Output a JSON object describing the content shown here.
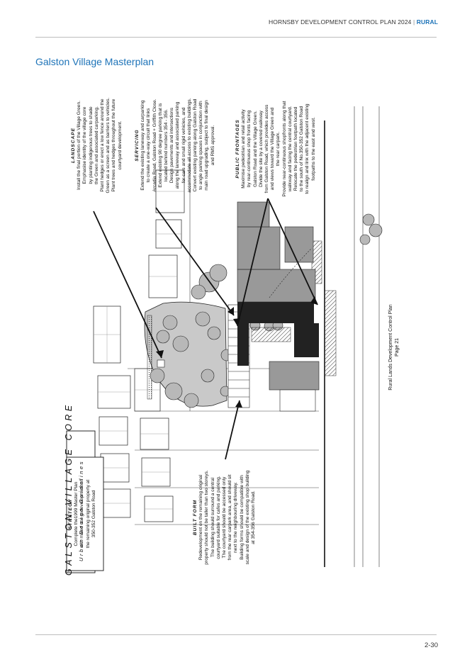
{
  "header": {
    "doc_title": "HORNSBY DEVELOPMENT CONTROL PLAN 2024",
    "separator": "|",
    "section": "RURAL"
  },
  "page": {
    "title": "Galston Village Masterplan",
    "number": "2-30"
  },
  "figure": {
    "core_title": "GALSTON VILLAGE CORE",
    "core_subtitle": "Urban Design Guidelines",
    "footer_line1": "Rural Lands Development Control Plan",
    "footer_line2": "Page 21",
    "strategy": {
      "heading": "STRATEGY",
      "lines": [
        "Complete the1999 Master Plan",
        "with mixed use redevelopment of",
        "the remaining original property at",
        "350-352 Galston Road"
      ]
    },
    "built_form": {
      "heading": "BUILT FORM",
      "lines": [
        "Redevelopment on the remaining original",
        "property should not be taller than two storeys.",
        "The building should surround a central",
        "courtyard suitable for cafes and parking.",
        "The courtyard should be accessed only",
        "from the rear carpark area, and should sit",
        "next to the neighbouring driveway.",
        "Building forms should be compatible with",
        "scale and design of the existing shop building",
        "at 354-356 Galston Road."
      ]
    },
    "landscape": {
      "heading": "LANDSCAPE",
      "lines": [
        "Install the final portion of the Village Green.",
        "Emphasise identity of the village core",
        "by planting indigenous trees to shade",
        "the Green and associated carparking.",
        "Plant hedges or erect a low fence around the",
        "Green as a screen and as barriers to vehicles.",
        "Plant trees and hedges throughout the future",
        "courtyard development."
      ]
    },
    "servicing": {
      "heading": "SERVICING",
      "lines": [
        "Extend the existing laneway and carparking",
        "to create a one-way circuit that links",
        "Arcadia Road, Galston Road + Griffith Close.",
        "Extend existing 90 degree parking that is",
        "located behind numbers 354 - 356.",
        "Design pavements and intersections",
        "along the laneway and associated parking",
        "for cars and small rigid vehicles, and",
        "accommodate all access to existing buildings.",
        "Convert existing parking along Galston Road",
        "to angle parking spaces in conjunction with",
        "main road upgrading, subject to final design",
        "and RMS approval."
      ]
    },
    "public_frontages": {
      "heading": "PUBLIC FRONTAGES",
      "lines": [
        "Maximise pedestrian and retail activity",
        "by rear-continuous shop fronts facing",
        "Galston Road and the Village Green.",
        "Divide the site by a covered walkway",
        "from Galston Road, which provides access",
        "and views toward the Village Green and",
        "the rear carpark.",
        "Provide near-continuous shopfronts along that",
        "walkway and facing the central courtyard.",
        "Relocate the pedestrian footpath located",
        "to the south of No.350-352 Galston Road",
        "to realign and link with the adjacent existing",
        "footpaths to the east and west."
      ]
    }
  }
}
